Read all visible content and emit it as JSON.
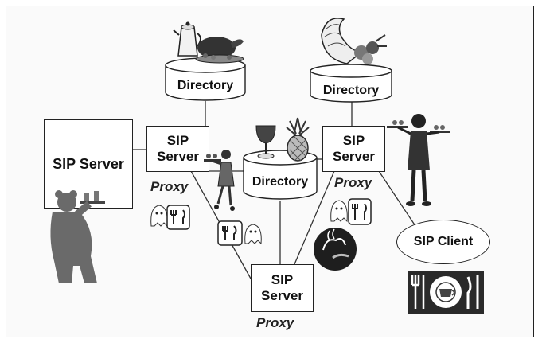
{
  "diagram": {
    "sip_server_main": {
      "label": "SIP Server"
    },
    "proxy_left": {
      "line1": "SIP",
      "line2": "Server",
      "role": "Proxy"
    },
    "proxy_right": {
      "line1": "SIP",
      "line2": "Server",
      "role": "Proxy"
    },
    "proxy_bottom": {
      "line1": "SIP",
      "line2": "Server",
      "role": "Proxy"
    },
    "directory_top_left": {
      "label": "Directory"
    },
    "directory_top_right": {
      "label": "Directory"
    },
    "directory_center": {
      "label": "Directory"
    },
    "sip_client": {
      "label": "SIP Client"
    },
    "icons": [
      "coffee-pot-icon",
      "roast-turkey-icon",
      "cornucopia-icon",
      "wine-glass-icon",
      "pineapple-icon",
      "waitress-icon",
      "waiter-icon",
      "bear-waiter-icon",
      "ghost-menu-icon",
      "fork-knife-icon",
      "chef-icon",
      "place-setting-icon"
    ]
  }
}
